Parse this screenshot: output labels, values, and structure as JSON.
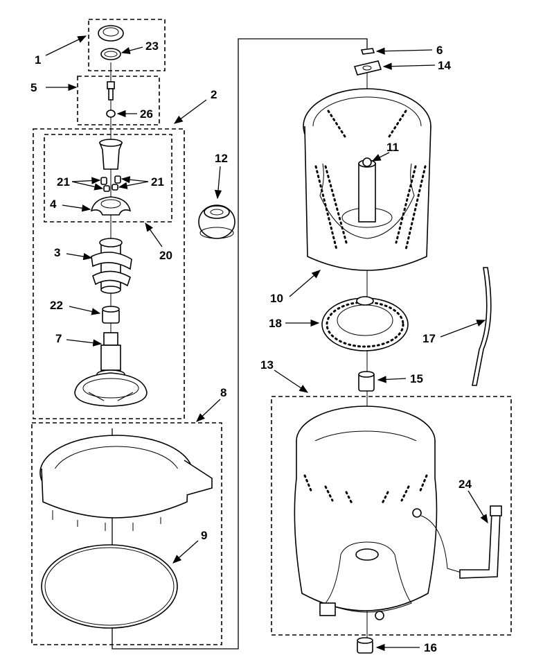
{
  "callouts": {
    "c1": "1",
    "c2": "2",
    "c3": "3",
    "c4": "4",
    "c5": "5",
    "c6": "6",
    "c7": "7",
    "c8": "8",
    "c9": "9",
    "c10": "10",
    "c11": "11",
    "c12": "12",
    "c13": "13",
    "c14": "14",
    "c15": "15",
    "c16": "16",
    "c17": "17",
    "c18": "18",
    "c20": "20",
    "c21a": "21",
    "c21b": "21",
    "c22": "22",
    "c23": "23",
    "c24": "24",
    "c26": "26"
  }
}
